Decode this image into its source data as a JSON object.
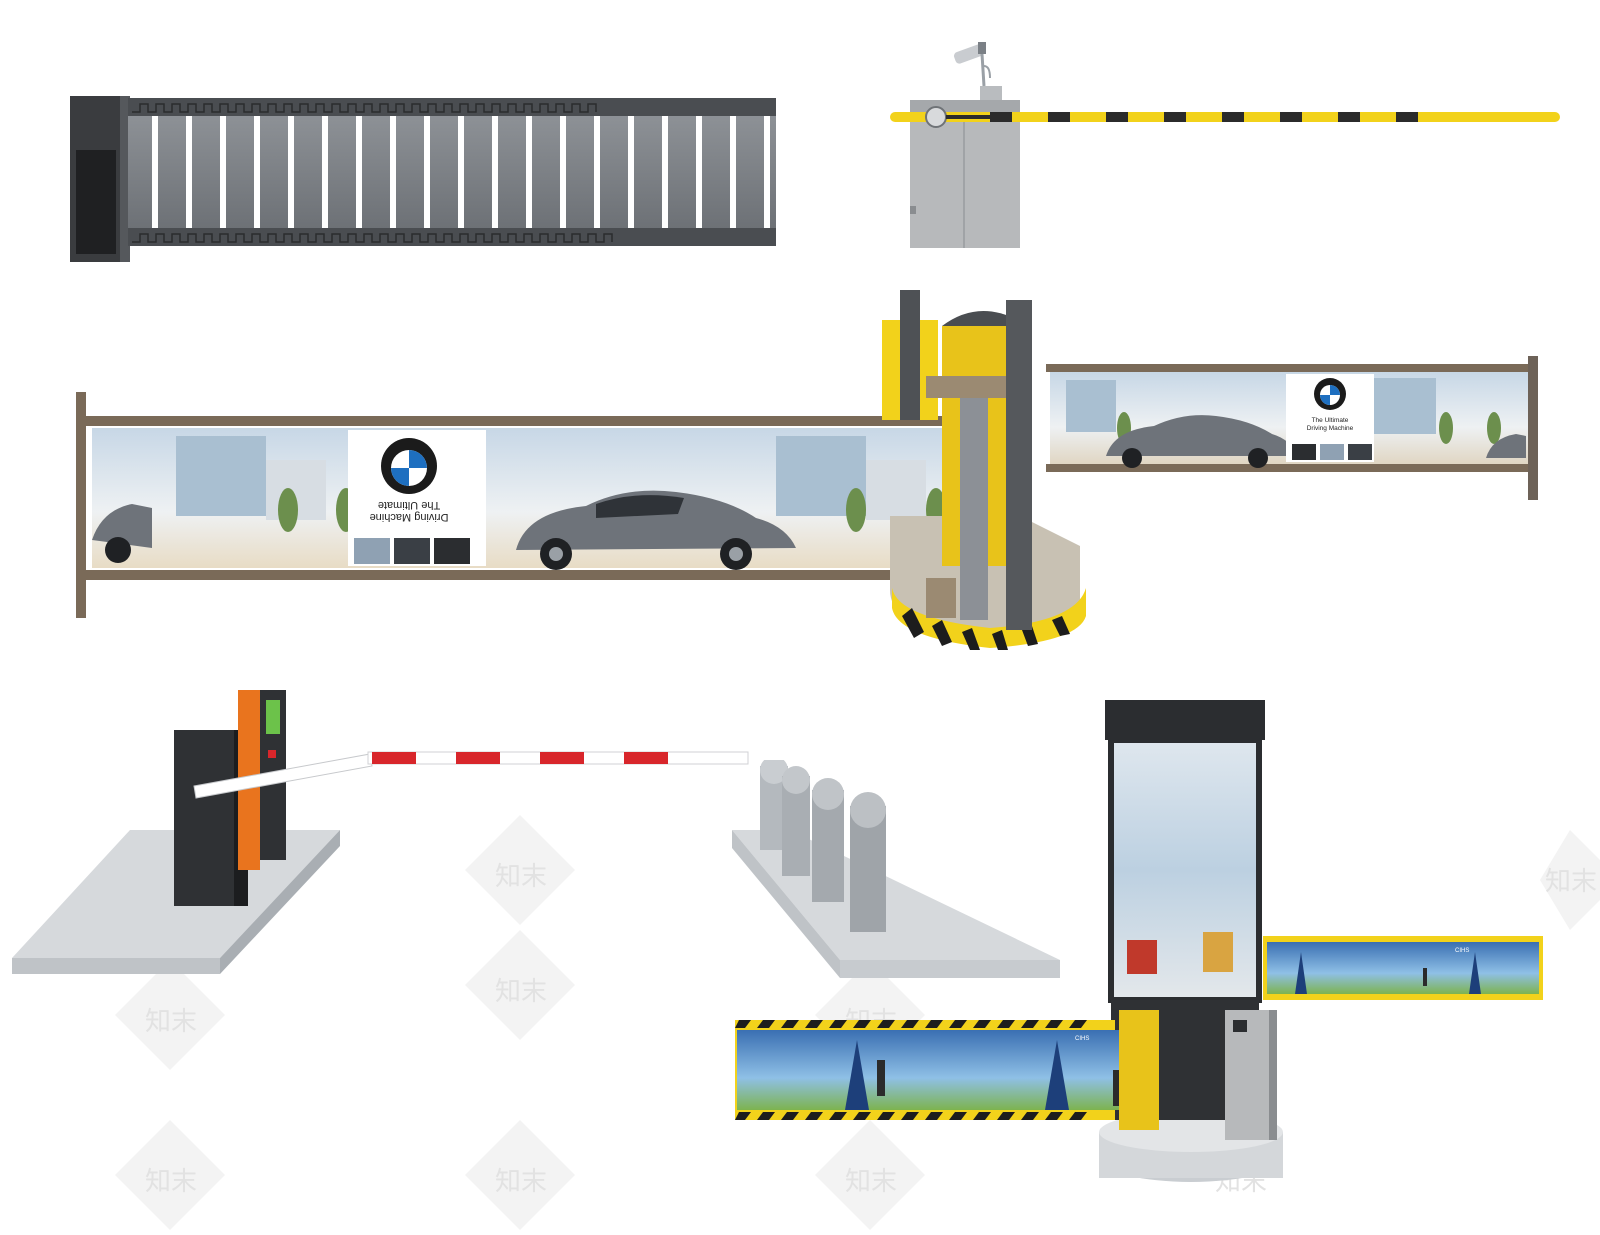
{
  "ad_banner": {
    "brand": "BMW",
    "tagline_line1": "The Ultimate",
    "tagline_line2": "Driving Machine"
  },
  "banner_small_text": "CIHS",
  "watermark": "知末",
  "colors": {
    "background": "#ffffff",
    "barrier_yellow": "#f2d21b",
    "barrier_black": "#2b2b2b",
    "arm_red": "#d8262b",
    "panel_orange": "#e9741e",
    "frame_brown": "#7a6a58",
    "steel_gray": "#9aa0a6"
  },
  "icons": [
    "fence-gate-icon",
    "camera-icon",
    "bmw-logo-icon",
    "car-image",
    "bollard-icon",
    "toll-booth-icon"
  ]
}
